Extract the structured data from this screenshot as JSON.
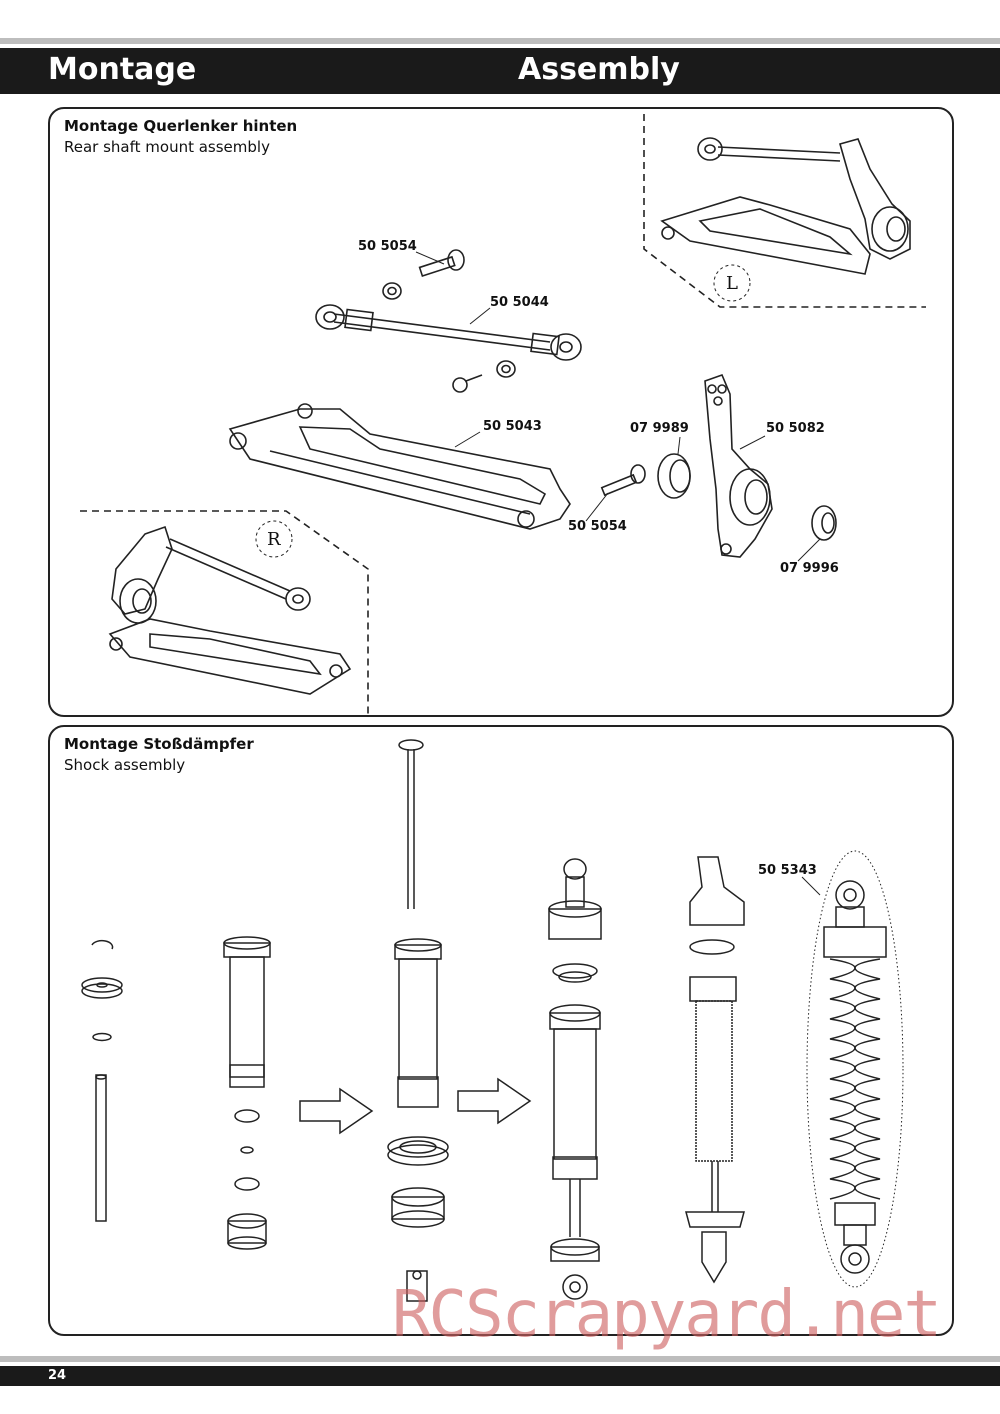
{
  "header": {
    "left_title": "Montage",
    "right_title": "Assembly"
  },
  "section1": {
    "title": "Montage Querlenker hinten",
    "subtitle": "Rear shaft mount assembly",
    "parts": [
      "50 5054",
      "50 5044",
      "50 5043",
      "07 9989",
      "50 5082",
      "50 5054",
      "07 9996"
    ],
    "side_markers": {
      "left": "L",
      "right": "R"
    }
  },
  "section2": {
    "title": "Montage Stoßdämpfer",
    "subtitle": "Shock assembly",
    "parts": [
      "50 5343"
    ]
  },
  "footer": {
    "page_number": "24"
  },
  "watermark": "RCScrapyard.net",
  "colors": {
    "header_bg": "#1a1a1a",
    "rule_gray": "#bdbdbd",
    "watermark": "#cd5f5f"
  }
}
